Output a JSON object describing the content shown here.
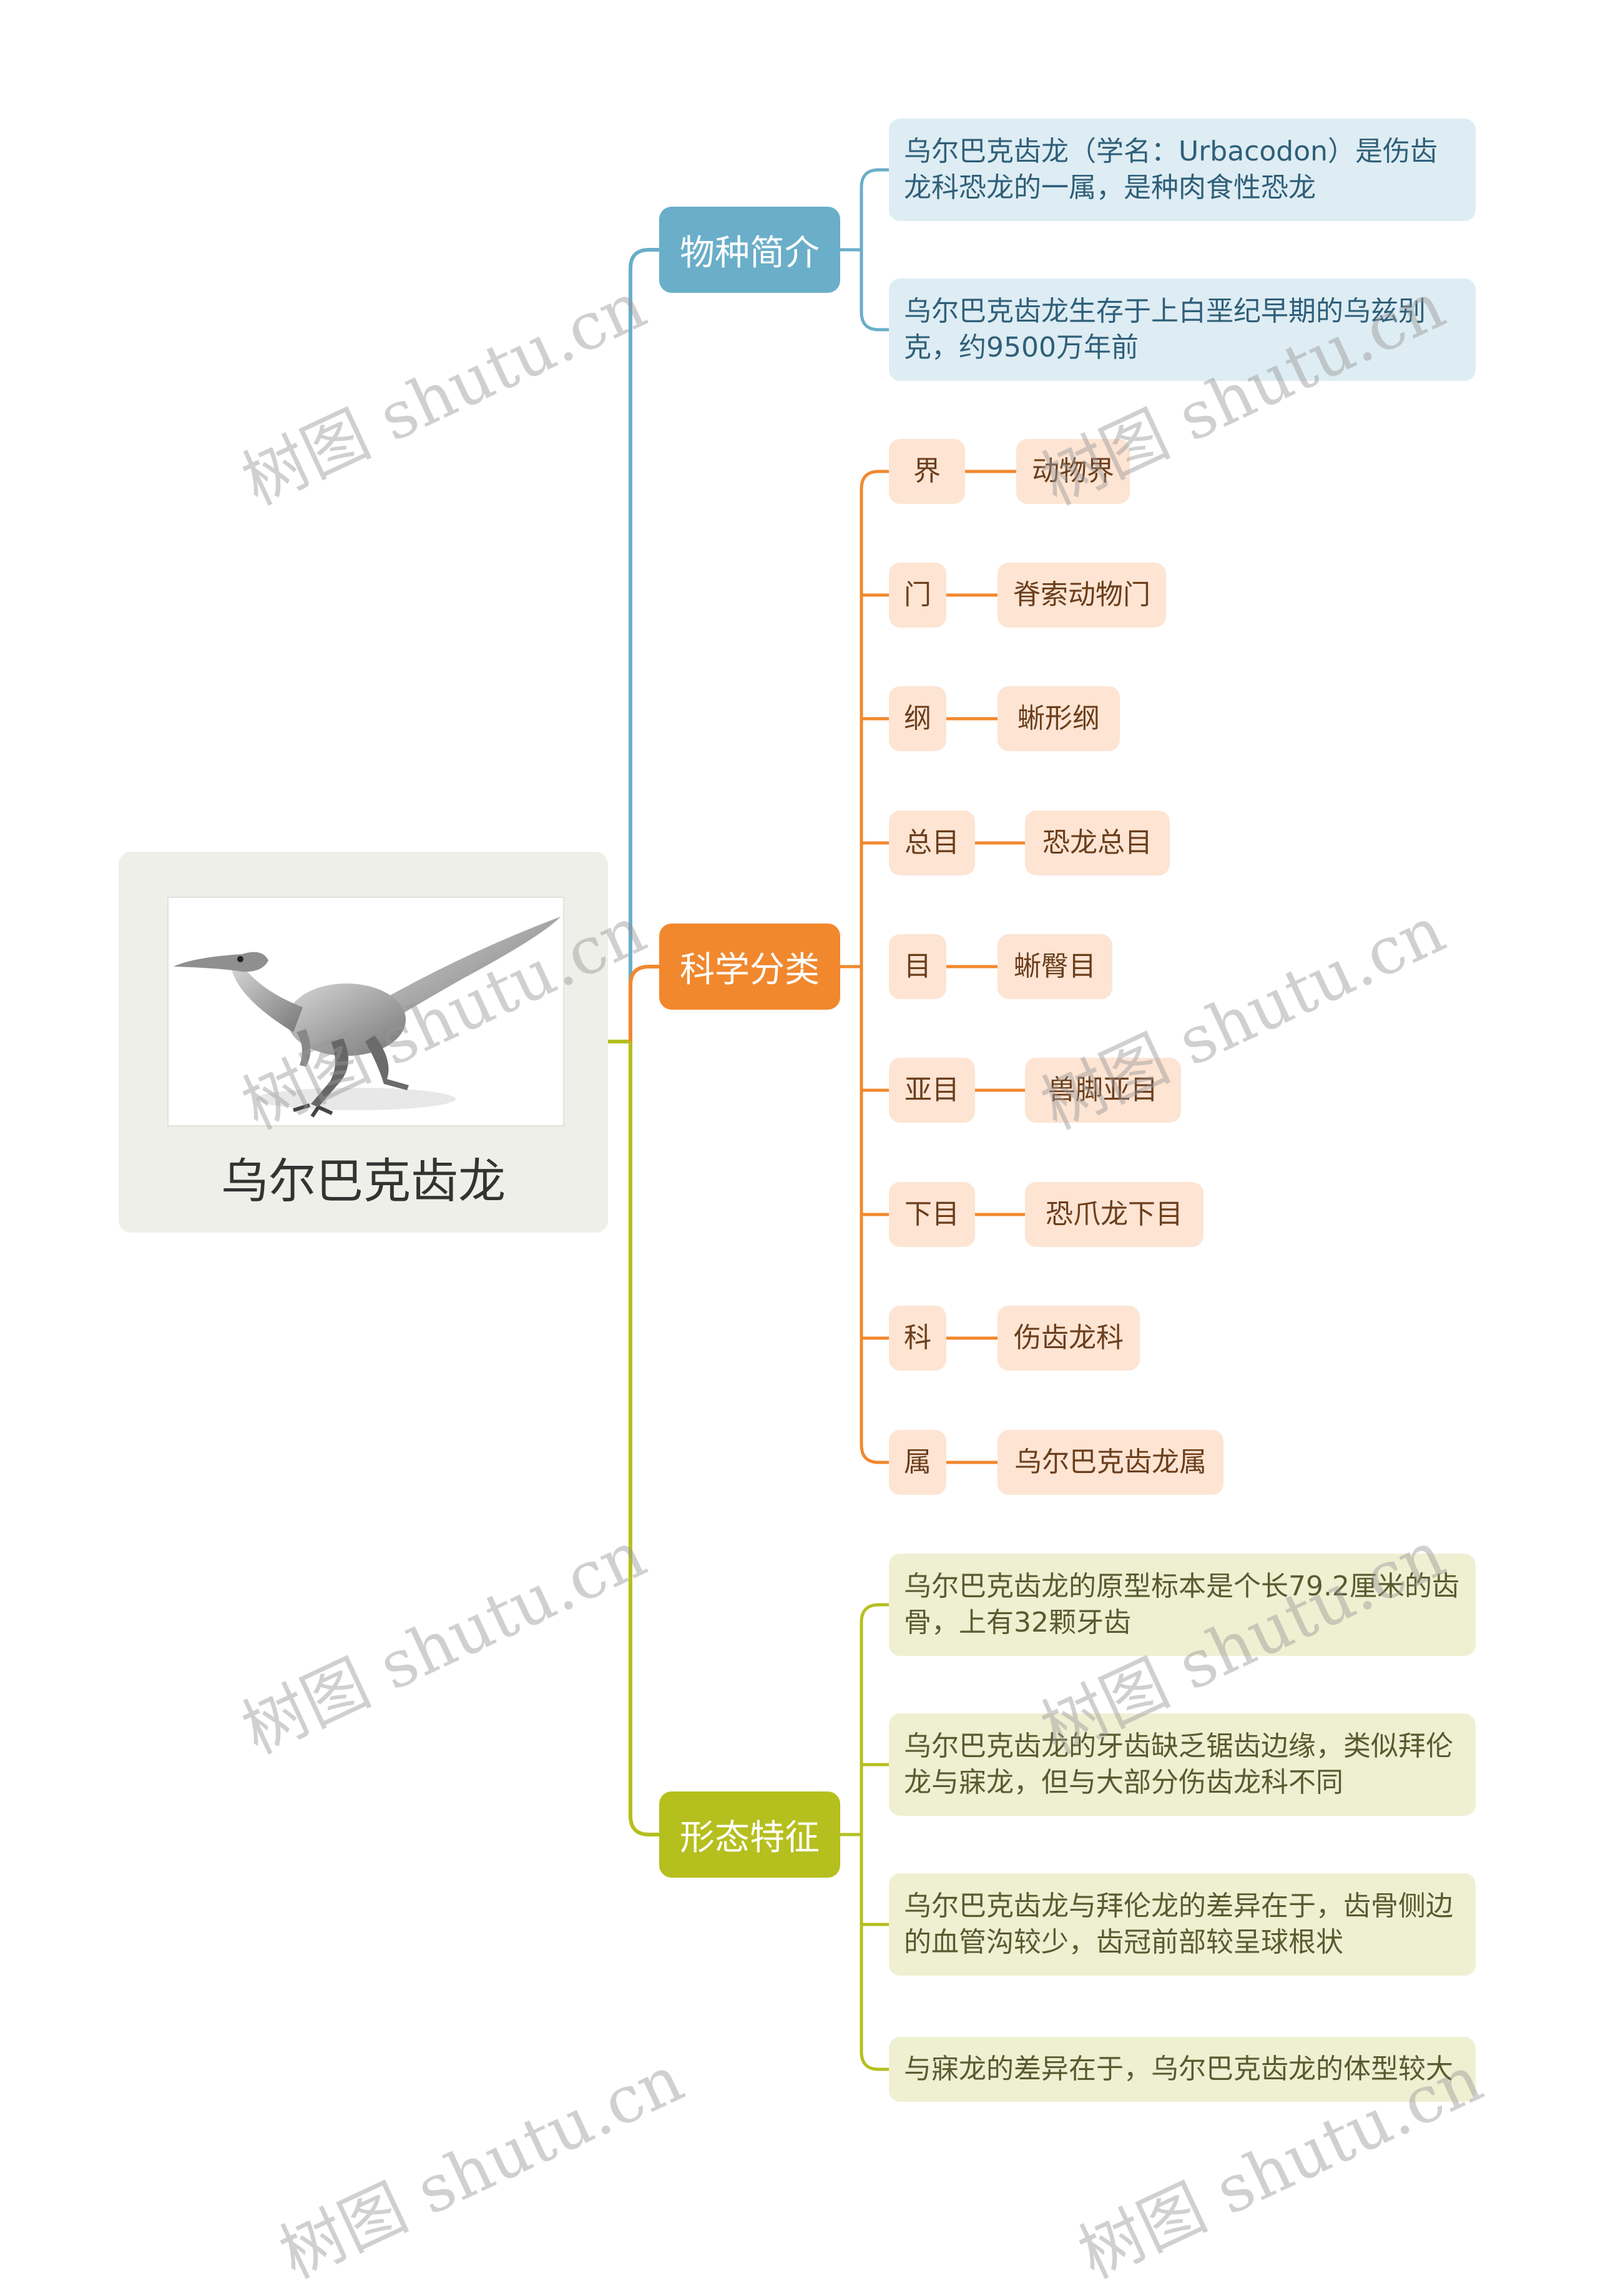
{
  "central": {
    "title": "乌尔巴克齿龙",
    "image": "dinosaur-photo"
  },
  "branches": [
    {
      "label": "物种简介",
      "color": "#6aaec9",
      "leaves": [
        "乌尔巴克齿龙（学名：Urbacodon）是伤齿龙科恐龙的一属，是种肉食性恐龙",
        "乌尔巴克齿龙生存于上白垩纪早期的乌兹别克，约9500万年前"
      ]
    },
    {
      "label": "科学分类",
      "color": "#f1882e",
      "ranks": [
        {
          "rank": "界",
          "value": "动物界"
        },
        {
          "rank": "门",
          "value": "脊索动物门"
        },
        {
          "rank": "纲",
          "value": "蜥形纲"
        },
        {
          "rank": "总目",
          "value": "恐龙总目"
        },
        {
          "rank": "目",
          "value": "蜥臀目"
        },
        {
          "rank": "亚目",
          "value": "兽脚亚目"
        },
        {
          "rank": "下目",
          "value": "恐爪龙下目"
        },
        {
          "rank": "科",
          "value": "伤齿龙科"
        },
        {
          "rank": "属",
          "value": "乌尔巴克齿龙属"
        }
      ]
    },
    {
      "label": "形态特征",
      "color": "#b5bf1e",
      "leaves": [
        "乌尔巴克齿龙的原型标本是个长79.2厘米的齿骨，上有32颗牙齿",
        "乌尔巴克齿龙的牙齿缺乏锯齿边缘，类似拜伦龙与寐龙，但与大部分伤齿龙科不同",
        "乌尔巴克齿龙与拜伦龙的差异在于，齿骨侧边的血管沟较少，齿冠前部较呈球根状",
        "与寐龙的差异在于，乌尔巴克齿龙的体型较大"
      ]
    }
  ],
  "watermark": "树图 shutu.cn"
}
